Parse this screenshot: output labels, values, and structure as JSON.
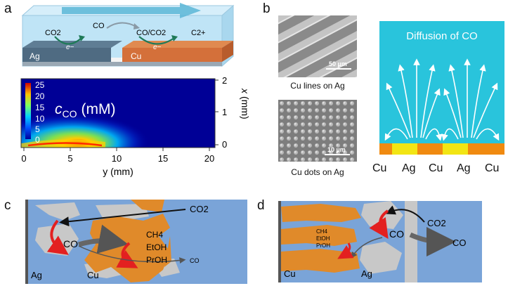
{
  "panels": {
    "a": "a",
    "b": "b",
    "c": "c",
    "d": "d"
  },
  "panel_a": {
    "schematic": {
      "species": [
        "CO2",
        "CO",
        "CO/CO2",
        "C2+"
      ],
      "electron": "e−",
      "metal_left": "Ag",
      "metal_right": "Cu"
    },
    "heatmap": {
      "colorbar_label": "c",
      "colorbar_subscript": "CO",
      "colorbar_unit": "(mM)",
      "colorbar_ticks": [
        "25",
        "20",
        "15",
        "10",
        "5",
        "0"
      ],
      "x_axis_label": "y (mm)",
      "x_ticks": [
        "0",
        "5",
        "10",
        "15",
        "20"
      ],
      "y_axis_label": "x",
      "y_axis_unit": "(mm)",
      "y_ticks": [
        "2",
        "1",
        "0"
      ]
    }
  },
  "panel_b": {
    "sem_top_scale": "50 µm",
    "sem_top_caption": "Cu lines on Ag",
    "sem_bottom_scale": "10 µm",
    "sem_bottom_caption": "Cu dots on Ag",
    "diffusion_title": "Diffusion of CO",
    "strip_labels": [
      "Cu",
      "Ag",
      "Cu",
      "Ag",
      "Cu"
    ]
  },
  "panel_c": {
    "co2": "CO2",
    "co": "CO",
    "products": [
      "CH4",
      "EtOH",
      "PrOH"
    ],
    "co_out": "CO",
    "metal_left": "Ag",
    "metal_right": "Cu"
  },
  "panel_d": {
    "co2": "CO2",
    "co": "CO",
    "co_out": "CO",
    "products": [
      "CH4",
      "EtOH",
      "PrOH"
    ],
    "metal_left": "Cu",
    "metal_right": "Ag"
  },
  "colors": {
    "ag_blue": "#7aa4d8",
    "cu_orange": "#e08a2a",
    "gray": "#c8c8c8",
    "diffusion_bg": "#29c4dc",
    "strip_cu": "#f08a10",
    "strip_ag": "#f2e514",
    "arrow_red": "#e32020",
    "arrow_gray": "#6a6a6a"
  }
}
